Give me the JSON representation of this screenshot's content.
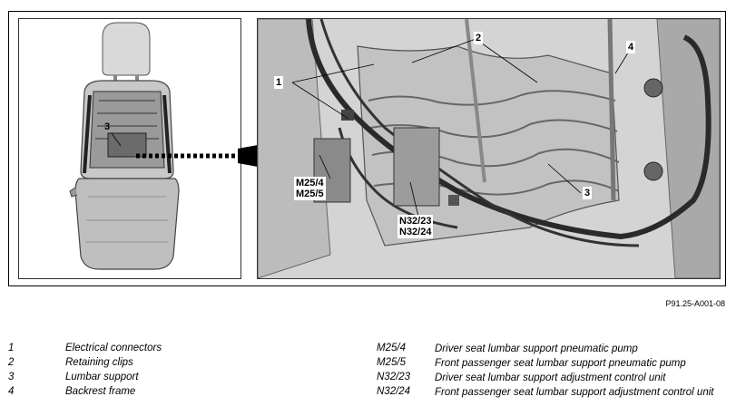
{
  "figure": {
    "id": "P91.25-A001-08",
    "left_callouts": [
      "3"
    ],
    "right_callouts": {
      "c1": "1",
      "c2": "2",
      "c3": "3",
      "c4": "4",
      "m25": [
        "M25/4",
        "M25/5"
      ],
      "n32": [
        "N32/23",
        "N32/24"
      ]
    }
  },
  "legend": {
    "left": [
      {
        "num": "1",
        "text": "Electrical connectors"
      },
      {
        "num": "2",
        "text": "Retaining clips"
      },
      {
        "num": "3",
        "text": "Lumbar support"
      },
      {
        "num": "4",
        "text": "Backrest frame"
      }
    ],
    "right": [
      {
        "code": "M25/4",
        "text": "Driver seat lumbar support pneumatic pump"
      },
      {
        "code": "M25/5",
        "text": "Front passenger seat lumbar support pneumatic pump"
      },
      {
        "code": "N32/23",
        "text": "Driver seat lumbar support adjustment control unit"
      },
      {
        "code": "N32/24",
        "text": "Front passenger seat lumbar support adjustment control unit"
      }
    ]
  }
}
